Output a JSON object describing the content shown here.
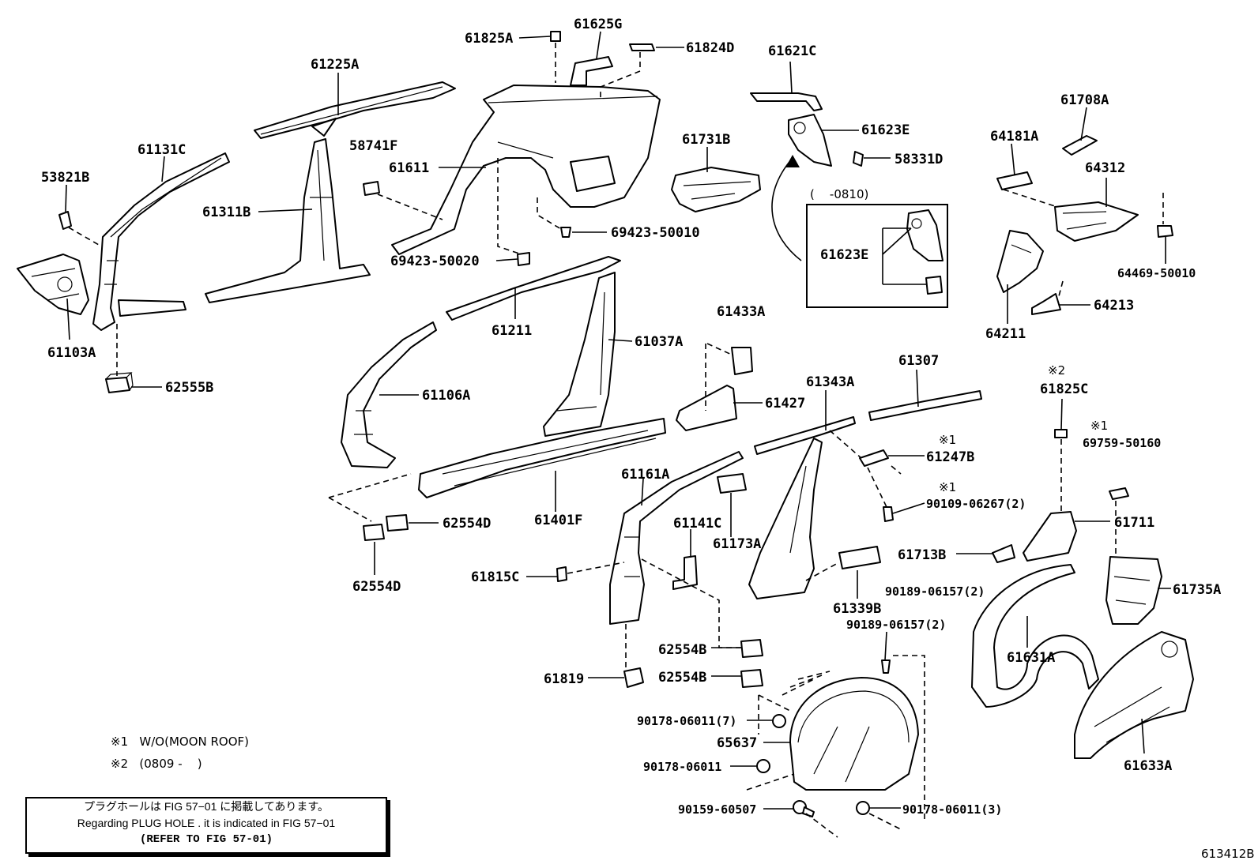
{
  "diagram": {
    "code": "613412B",
    "labels": {
      "l61825A": "61825A",
      "l61625G": "61625G",
      "l61824D": "61824D",
      "l61621C": "61621C",
      "l61225A": "61225A",
      "l61131C": "61131C",
      "l53821B": "53821B",
      "l58741F": "58741F",
      "l61611": "61611",
      "l61311B": "61311B",
      "l61731B": "61731B",
      "l61623E_top": "61623E",
      "l58331D": "58331D",
      "l0810": "(    -0810)",
      "l61623E_box": "61623E",
      "l61708A": "61708A",
      "l64181A": "64181A",
      "l64312": "64312",
      "l69423_50010": "69423-50010",
      "l69423_50020": "69423-50020",
      "l64469_50010": "64469-50010",
      "l64213": "64213",
      "l64211": "64211",
      "l61103A": "61103A",
      "l62555B": "62555B",
      "l61211": "61211",
      "l61037A": "61037A",
      "l61433A": "61433A",
      "l61106A": "61106A",
      "l61427": "61427",
      "l61307": "61307",
      "l61343A": "61343A",
      "l61825C_mark": "※2",
      "l61825C": "61825C",
      "l69759_mark": "※1",
      "l69759_50160": "69759-50160",
      "l61247B_mark": "※1",
      "l61247B": "61247B",
      "l90109_mark": "※1",
      "l90109_06267": "90109-06267(2)",
      "l61401F": "61401F",
      "l61161A": "61161A",
      "l62554D_r": "62554D",
      "l62554D_b": "62554D",
      "l61141C": "61141C",
      "l61173A": "61173A",
      "l61711": "61711",
      "l61713B": "61713B",
      "l90189_06157_a": "90189-06157(2)",
      "l61735A": "61735A",
      "l61815C": "61815C",
      "l61339B": "61339B",
      "l90189_06157_b": "90189-06157(2)",
      "l61631A": "61631A",
      "l62554B_a": "62554B",
      "l62554B_b": "62554B",
      "l61819": "61819",
      "l90178_06011_7": "90178-06011(7)",
      "l65637": "65637",
      "l90178_06011": "90178-06011",
      "l61633A": "61633A",
      "l90159_60507": "90159-60507",
      "l90178_06011_3": "90178-06011(3)"
    },
    "legend": {
      "note1": "※1   W/O(MOON ROOF)",
      "note2": "※2   (0809 -    )"
    },
    "notebox": {
      "line1": "プラグホールは FIG 57−01 に掲載してあります。",
      "line2": "Regarding PLUG HOLE . it is indicated in FIG 57−01",
      "line3": "(REFER TO FIG 57-01)"
    }
  }
}
